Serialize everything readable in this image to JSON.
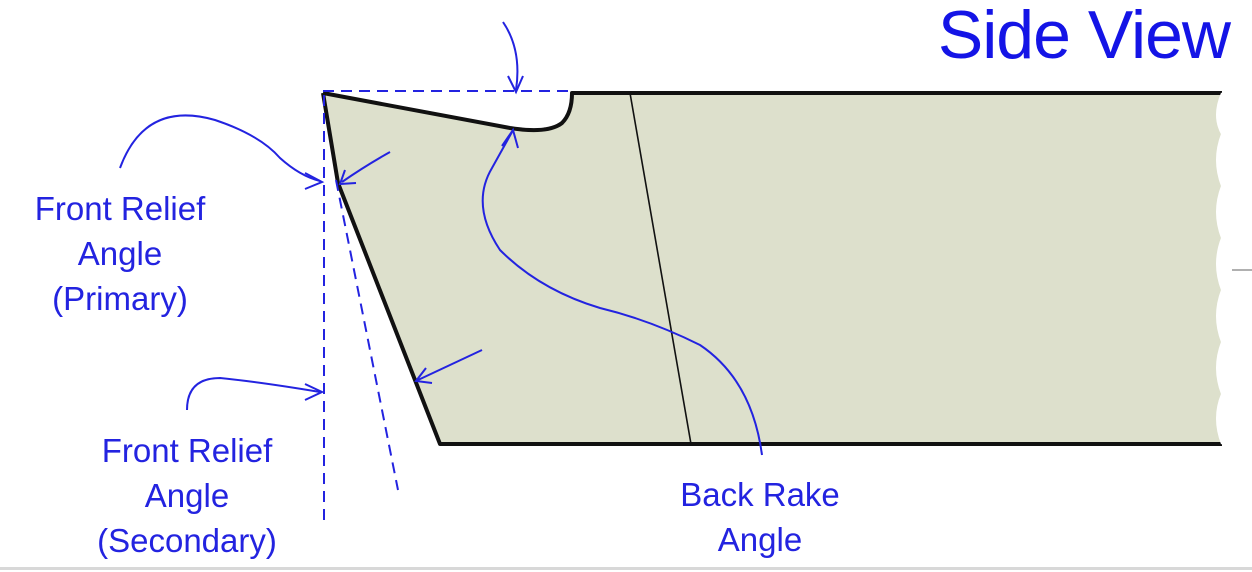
{
  "title": "Side View",
  "labels": {
    "front_primary": [
      "Front Relief",
      "Angle",
      "(Primary)"
    ],
    "front_secondary": [
      "Front Relief",
      "Angle",
      "(Secondary)"
    ],
    "back_rake": [
      "Back Rake",
      "Angle"
    ]
  },
  "colors": {
    "tool_fill": "#dde0cc",
    "outline": "#111111",
    "annotation": "#2323e0",
    "title": "#1414e6"
  }
}
